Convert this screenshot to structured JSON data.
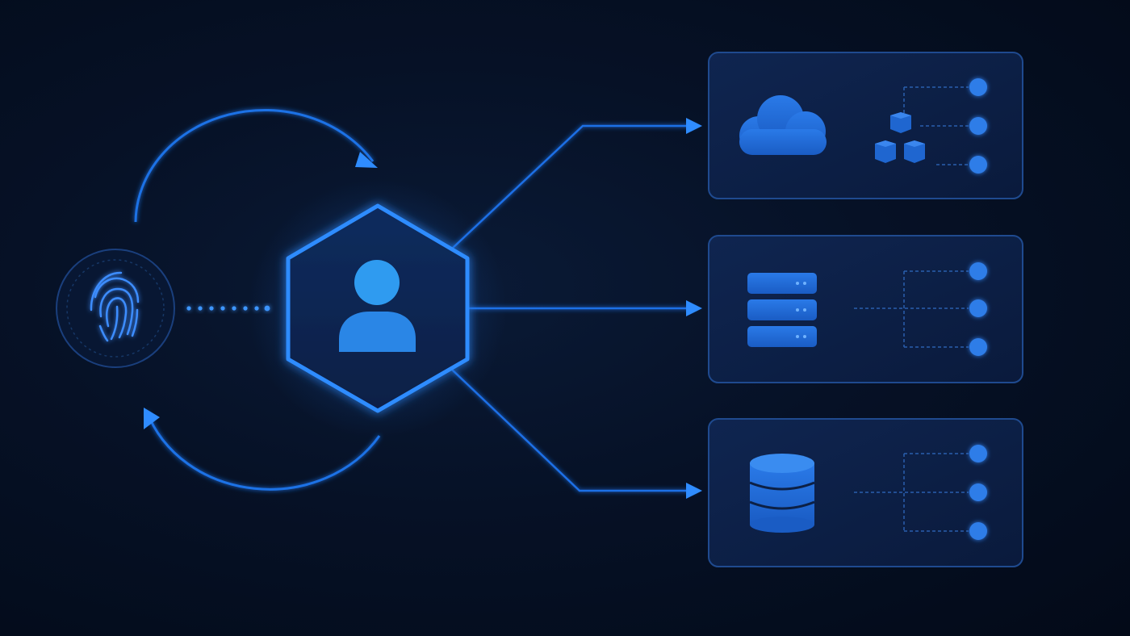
{
  "diagram": {
    "theme": {
      "background": "#061126",
      "accent": "#2f8cff",
      "accent_light": "#4aa6ff",
      "panel_fill": "#0c2045",
      "panel_stroke": "#1f4a8f"
    },
    "nodes": {
      "biometric": {
        "icon": "fingerprint-icon"
      },
      "identity_hub": {
        "icon": "user-icon"
      }
    },
    "cycle": {
      "arrows": [
        "top-arc-arrow",
        "bottom-arc-arrow"
      ]
    },
    "panels": [
      {
        "id": "cloud",
        "icons": [
          "cloud-icon",
          "cubes-icon"
        ],
        "endpoints": 3
      },
      {
        "id": "servers",
        "icons": [
          "server-stack-icon"
        ],
        "endpoints": 3
      },
      {
        "id": "database",
        "icons": [
          "database-icon"
        ],
        "endpoints": 3
      }
    ]
  }
}
